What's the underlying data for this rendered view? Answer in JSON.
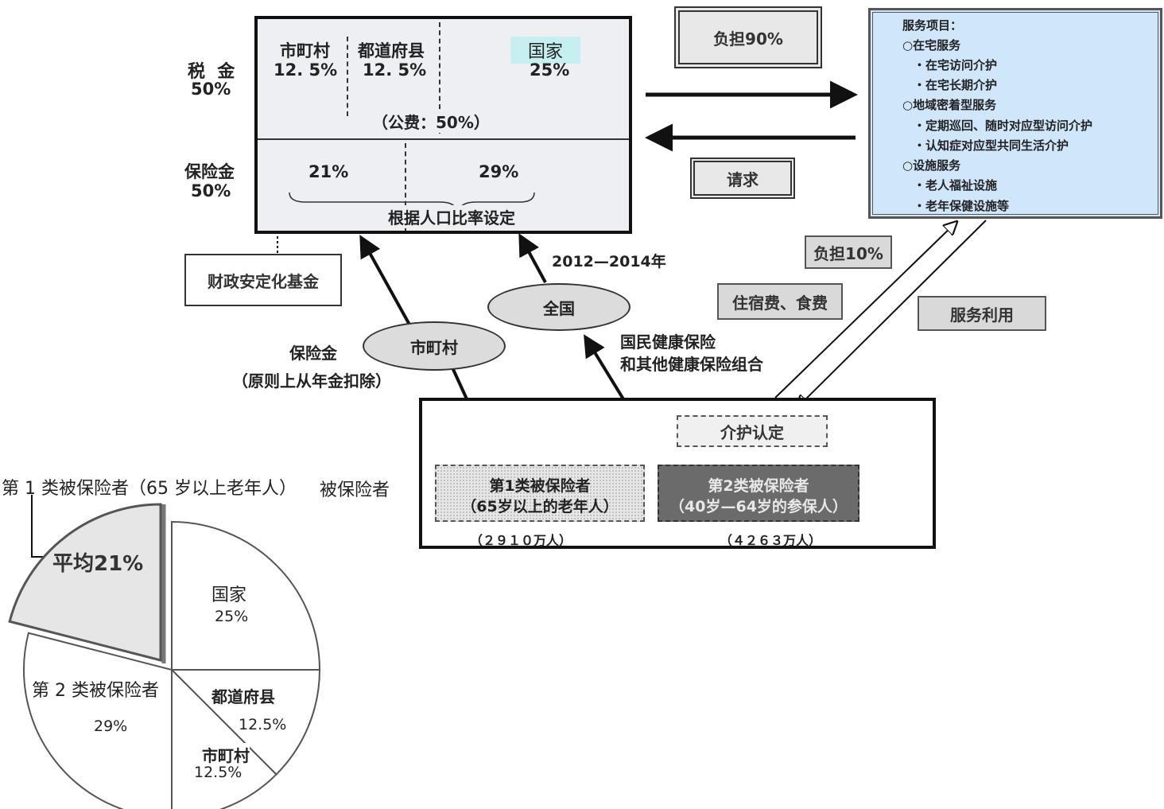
{
  "funding": {
    "tax_label": "税  金",
    "tax_pct": "50%",
    "insurance_label": "保险金",
    "insurance_pct": "50%",
    "municipality": "市町村",
    "municipality_pct": "12. 5%",
    "prefecture": "都道府县",
    "prefecture_pct": "12. 5%",
    "nation": "国家",
    "nation_pct": "25%",
    "public_note": "（公费：50%）",
    "ins_first": "21%",
    "ins_second": "29%",
    "population_note": "根据人口比率设定"
  },
  "stabilization_fund": "财政安定化基金",
  "burden_90": "负担90%",
  "request": "请求",
  "burden_10": "负担10%",
  "lodging_food": "住宿费、食费",
  "service_use": "服务利用",
  "services": {
    "title": "服务项目：",
    "items": [
      "○在宅服务",
      "・在宅访问介护",
      "・在宅长期介护",
      "○地域密着型服务",
      "・定期巡回、随时对应型访问介护",
      "・认知症对应型共同生活介护",
      "○设施服务",
      "・老人福祉设施",
      "・老年保健设施等"
    ]
  },
  "period": "2012—2014年",
  "nationwide": "全国",
  "municipality_ellipse": "市町村",
  "insurance_payment": "保险金",
  "insurance_payment_note": "（原则上从年金扣除）",
  "health_insurance_line1": "国民健康保险",
  "health_insurance_line2": "和其他健康保险组合",
  "insured": {
    "label": "被保险者",
    "care_certification": "介护认定",
    "first_line1": "第1类被保险者",
    "first_line2": "（65岁以上的老年人）",
    "first_count": "（２９１０万人）",
    "second_line1": "第2类被保险者",
    "second_line2": "（40岁—64岁的参保人）",
    "second_count": "（４２６３万人）"
  },
  "pie": {
    "first_insured_title": "第 1 类被保险者（65 岁以上老年人）",
    "average": "平均21%",
    "nation": "国家",
    "nation_pct": "25%",
    "second_insured": "第 2 类被保险者",
    "second_pct": "29%",
    "prefecture": "都道府县",
    "prefecture_pct": "12.5%",
    "municipality": "市町村",
    "municipality_pct": "12.5%"
  },
  "chart_data": {
    "type": "pie",
    "categories": [
      "第 1 类被保险者",
      "国家",
      "都道府县",
      "市町村",
      "第 2 类被保险者"
    ],
    "values": [
      21,
      25,
      12.5,
      12.5,
      29
    ]
  },
  "colors": {
    "service_box": "#cfe6fb",
    "first_insured_fill": "#e6e6e6",
    "second_insured_fill": "#6b6b6b",
    "ellipse_fill": "#dcdcdc",
    "label_box_fill": "#d9d9d9",
    "nation_highlight": "#c6f0f0",
    "funding_box_fill": "#eeeff2"
  }
}
